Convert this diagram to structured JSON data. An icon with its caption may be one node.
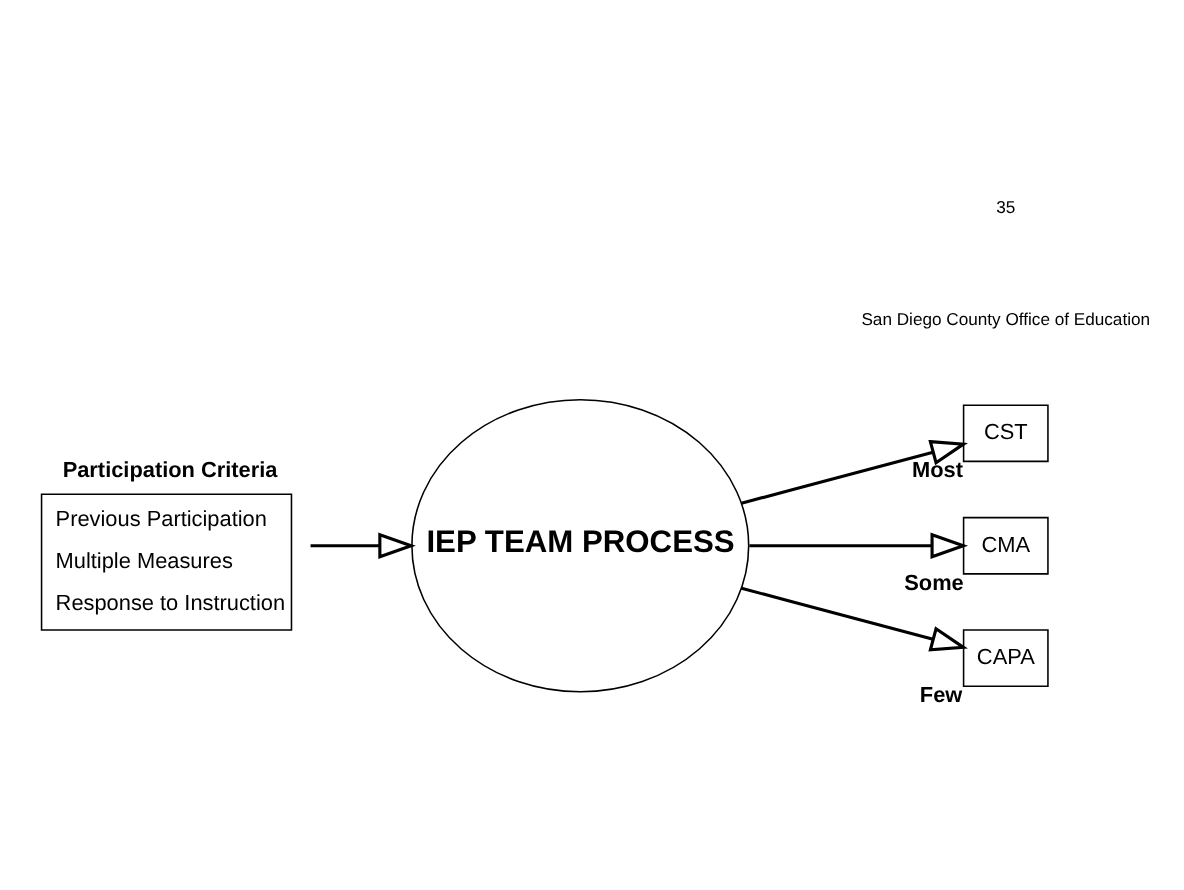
{
  "diagram": {
    "nodes": [
      {
        "text": [
          "Participation Criteria",
          "Previous Participation",
          "Multiple Measures",
          "Response to Instruction"
        ]
      },
      {
        "text": [
          "IEP TEAM PROCESS"
        ]
      },
      {
        "text": [
          "CST"
        ],
        "beside": [
          "Most"
        ]
      },
      {
        "text": [
          "CMA"
        ],
        "beside": [
          "Some"
        ]
      },
      {
        "text": [
          "CAPA"
        ],
        "beside": [
          "Few"
        ]
      }
    ],
    "edges": [
      {
        "from": 0,
        "to": 1,
        "arrow": "to"
      },
      {
        "from": 1,
        "to": 2,
        "arrow": "to"
      },
      {
        "from": 1,
        "to": 3,
        "arrow": "to"
      },
      {
        "from": 1,
        "to": 4,
        "arrow": "to"
      }
    ],
    "labels": [
      "San Diego County Office of Education",
      "35"
    ]
  }
}
